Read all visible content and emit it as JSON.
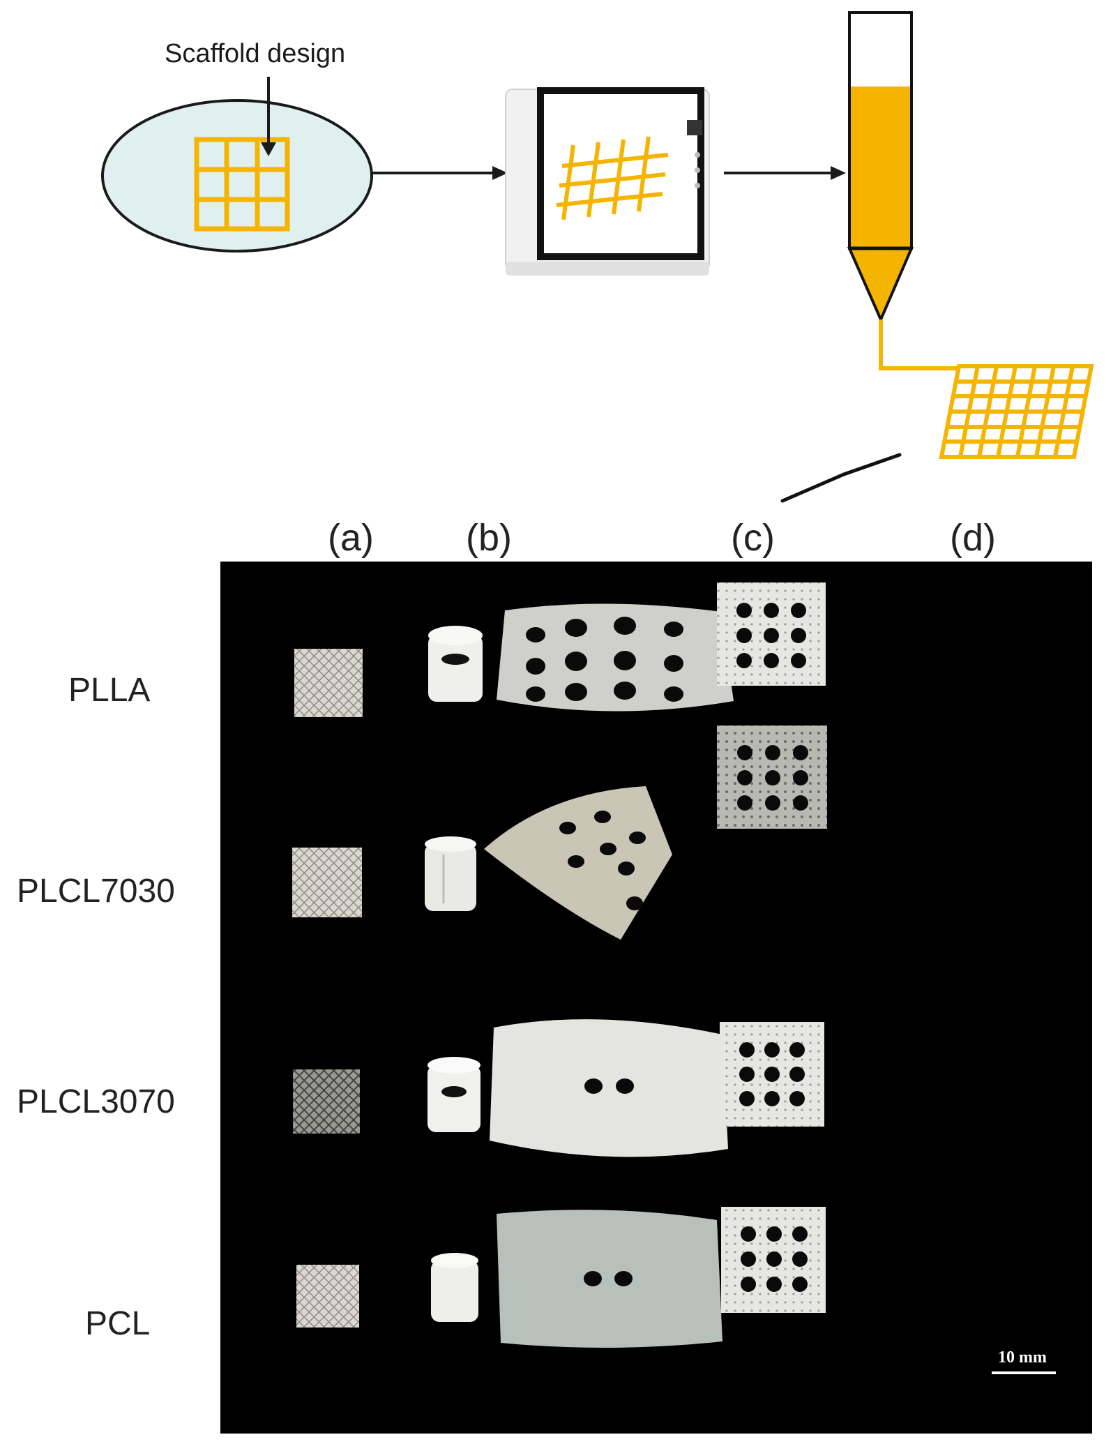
{
  "workflow": {
    "design_label": "Scaffold design"
  },
  "columns": [
    "(a)",
    "(b)",
    "(c)",
    "(d)"
  ],
  "rows": [
    "PLLA",
    "PLCL7030",
    "PLCL3070",
    "PCL"
  ],
  "scale_bar": "10 mm",
  "colors": {
    "accent": "#f5b400",
    "ellipse_fill": "#dff0ee",
    "panel_bg": "#000000"
  }
}
